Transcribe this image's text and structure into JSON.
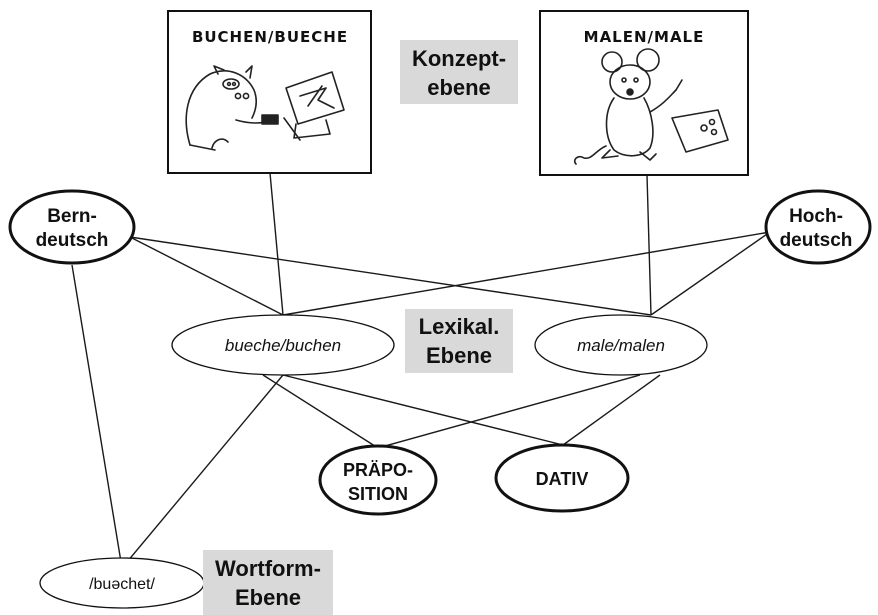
{
  "concepts": {
    "buchen": {
      "title": "BUCHEN/BUECHE",
      "picture": "pig-at-computer-booking-flight"
    },
    "malen": {
      "title": "MALEN/MALE",
      "picture": "mouse-painting-picture"
    }
  },
  "levels": {
    "konzept": {
      "line1": "Konzept-",
      "line2": "ebene"
    },
    "lexikal": {
      "line1": "Lexikal.",
      "line2": "Ebene"
    },
    "wortform": {
      "line1": "Wortform-",
      "line2": "Ebene"
    }
  },
  "nodes": {
    "berndeutsch": {
      "line1": "Bern-",
      "line2": "deutsch"
    },
    "hochdeutsch": {
      "line1": "Hoch-",
      "line2": "deutsch"
    },
    "bueche": {
      "label": "bueche/buchen"
    },
    "male": {
      "label": "male/malen"
    },
    "praeposition": {
      "line1": "PRÄPO-",
      "line2": "SITION"
    },
    "dativ": {
      "label": "DATIV"
    },
    "wortform": {
      "label": "/buəchet/"
    }
  }
}
